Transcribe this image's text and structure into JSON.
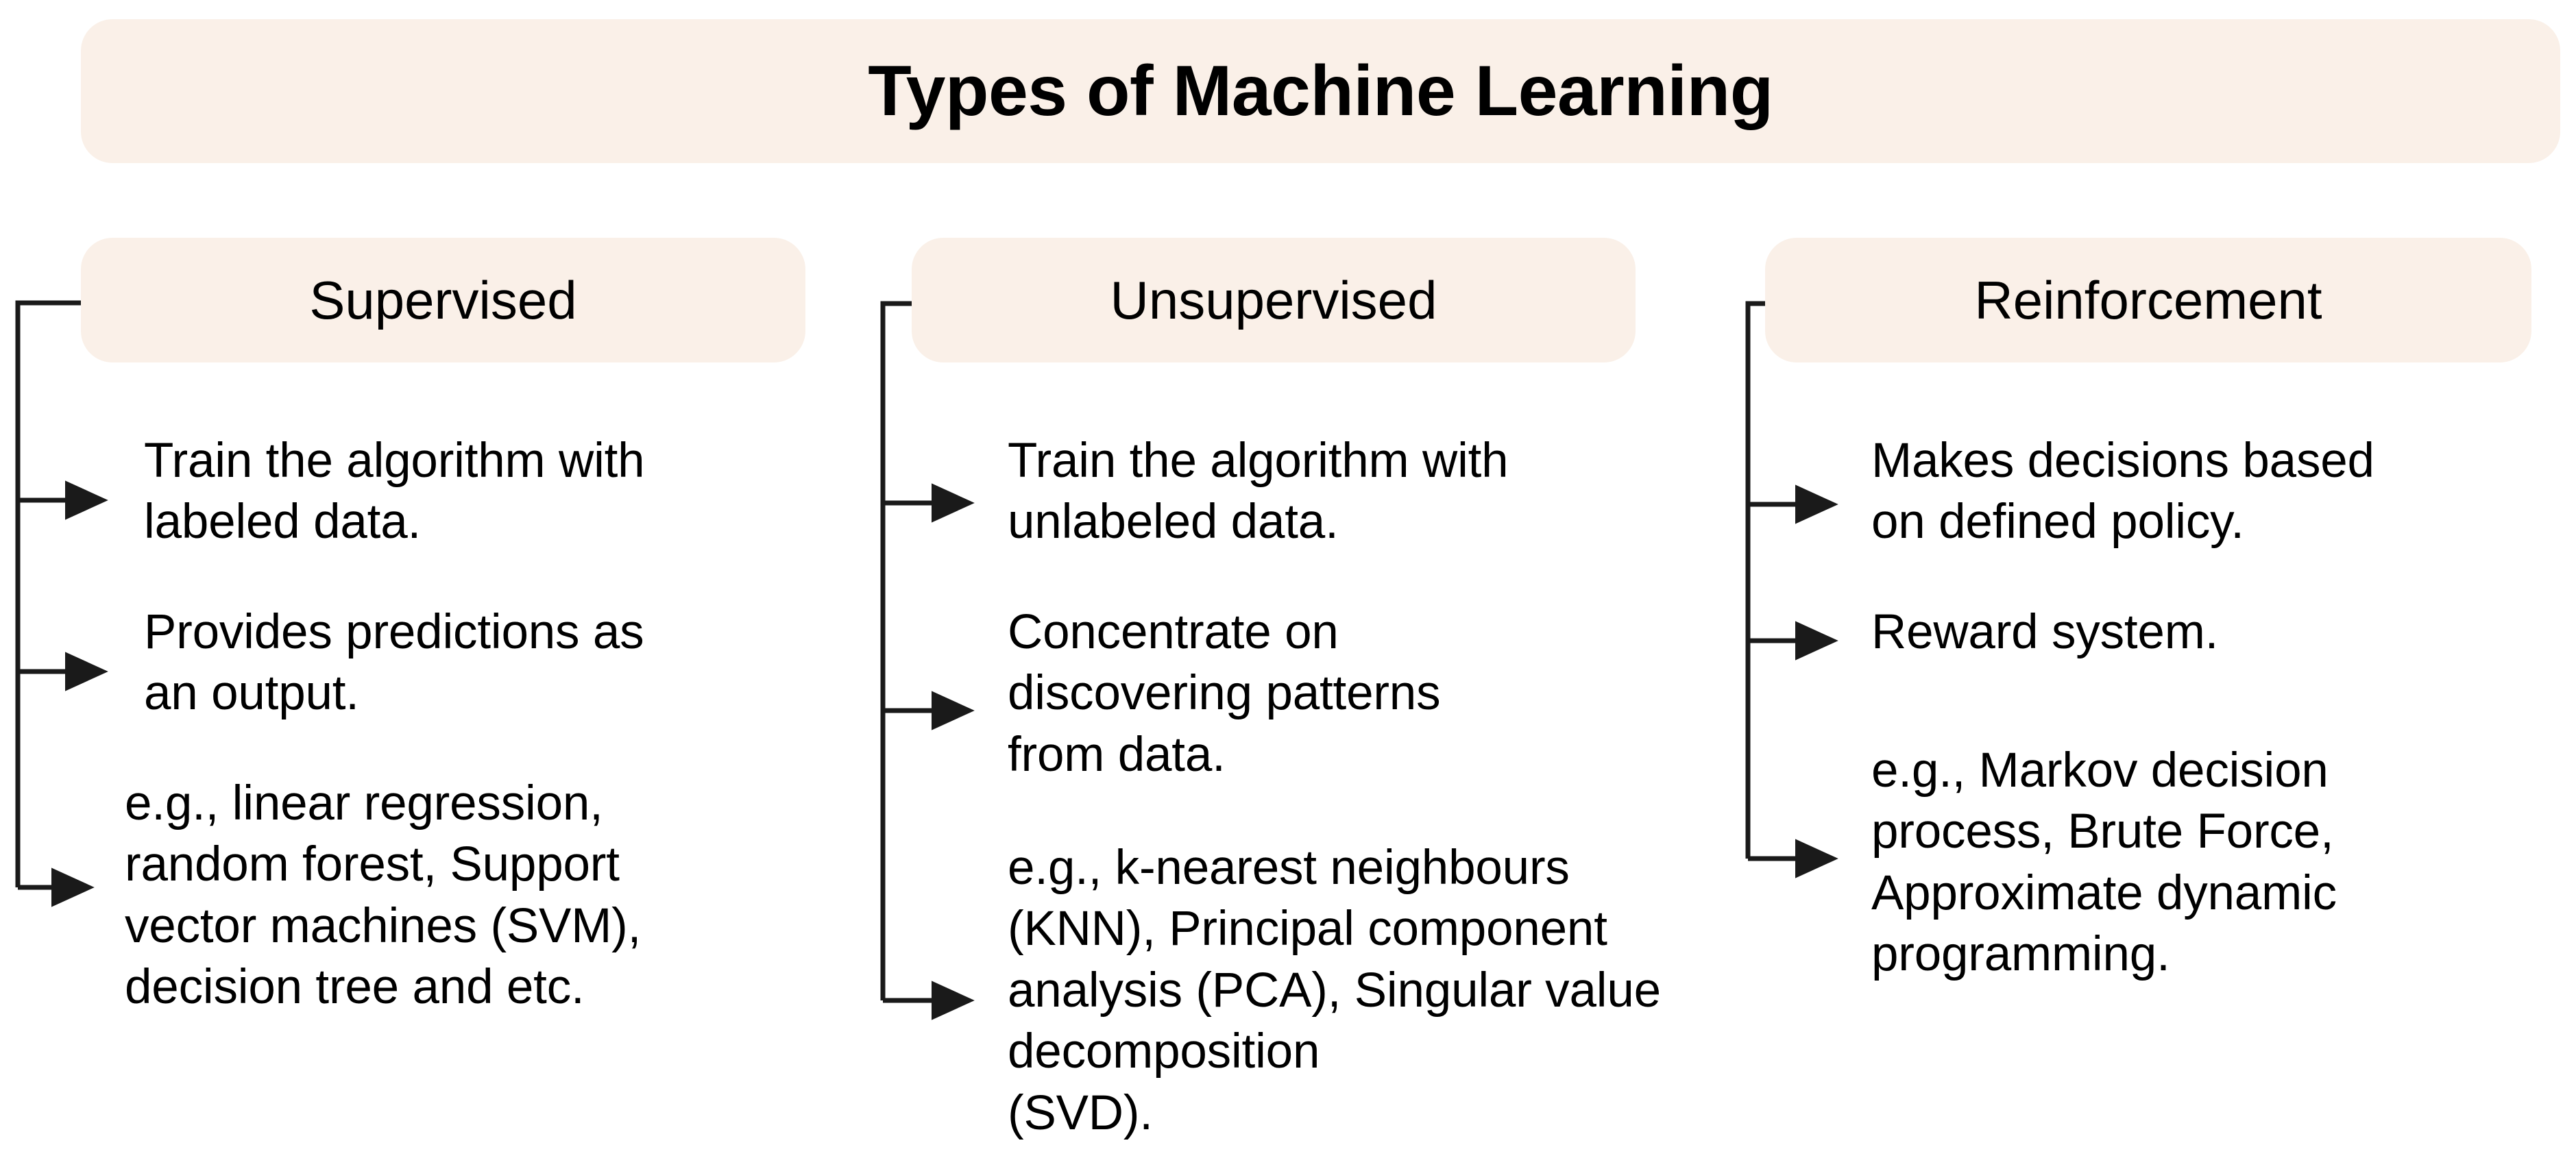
{
  "title": {
    "text": "Types of Machine Learning"
  },
  "columns": [
    {
      "id": "supervised",
      "header": "Supervised",
      "bullets": [
        "Train the algorithm with\nlabeled data.",
        "Provides predictions as\nan output.",
        "e.g., linear regression,\nrandom forest, Support\nvector machines (SVM),\ndecision tree and  etc."
      ]
    },
    {
      "id": "unsupervised",
      "header": "Unsupervised",
      "bullets": [
        "Train the algorithm with\nunlabeled data.",
        "Concentrate on\ndiscovering patterns\nfrom data.",
        "e.g., k-nearest neighbours\n (KNN),  Principal component\nanalysis (PCA), Singular value\ndecomposition\n(SVD)."
      ]
    },
    {
      "id": "reinforcement",
      "header": "Reinforcement",
      "bullets": [
        "Makes decisions based\non defined policy.",
        "Reward system.",
        "e.g., Markov decision\nprocess, Brute Force,\nApproximate dynamic\nprogramming."
      ]
    }
  ],
  "colors": {
    "box_fill": "#faf0e8",
    "text": "#000000",
    "connector": "#1a1a1a",
    "page_background": "#ffffff"
  }
}
